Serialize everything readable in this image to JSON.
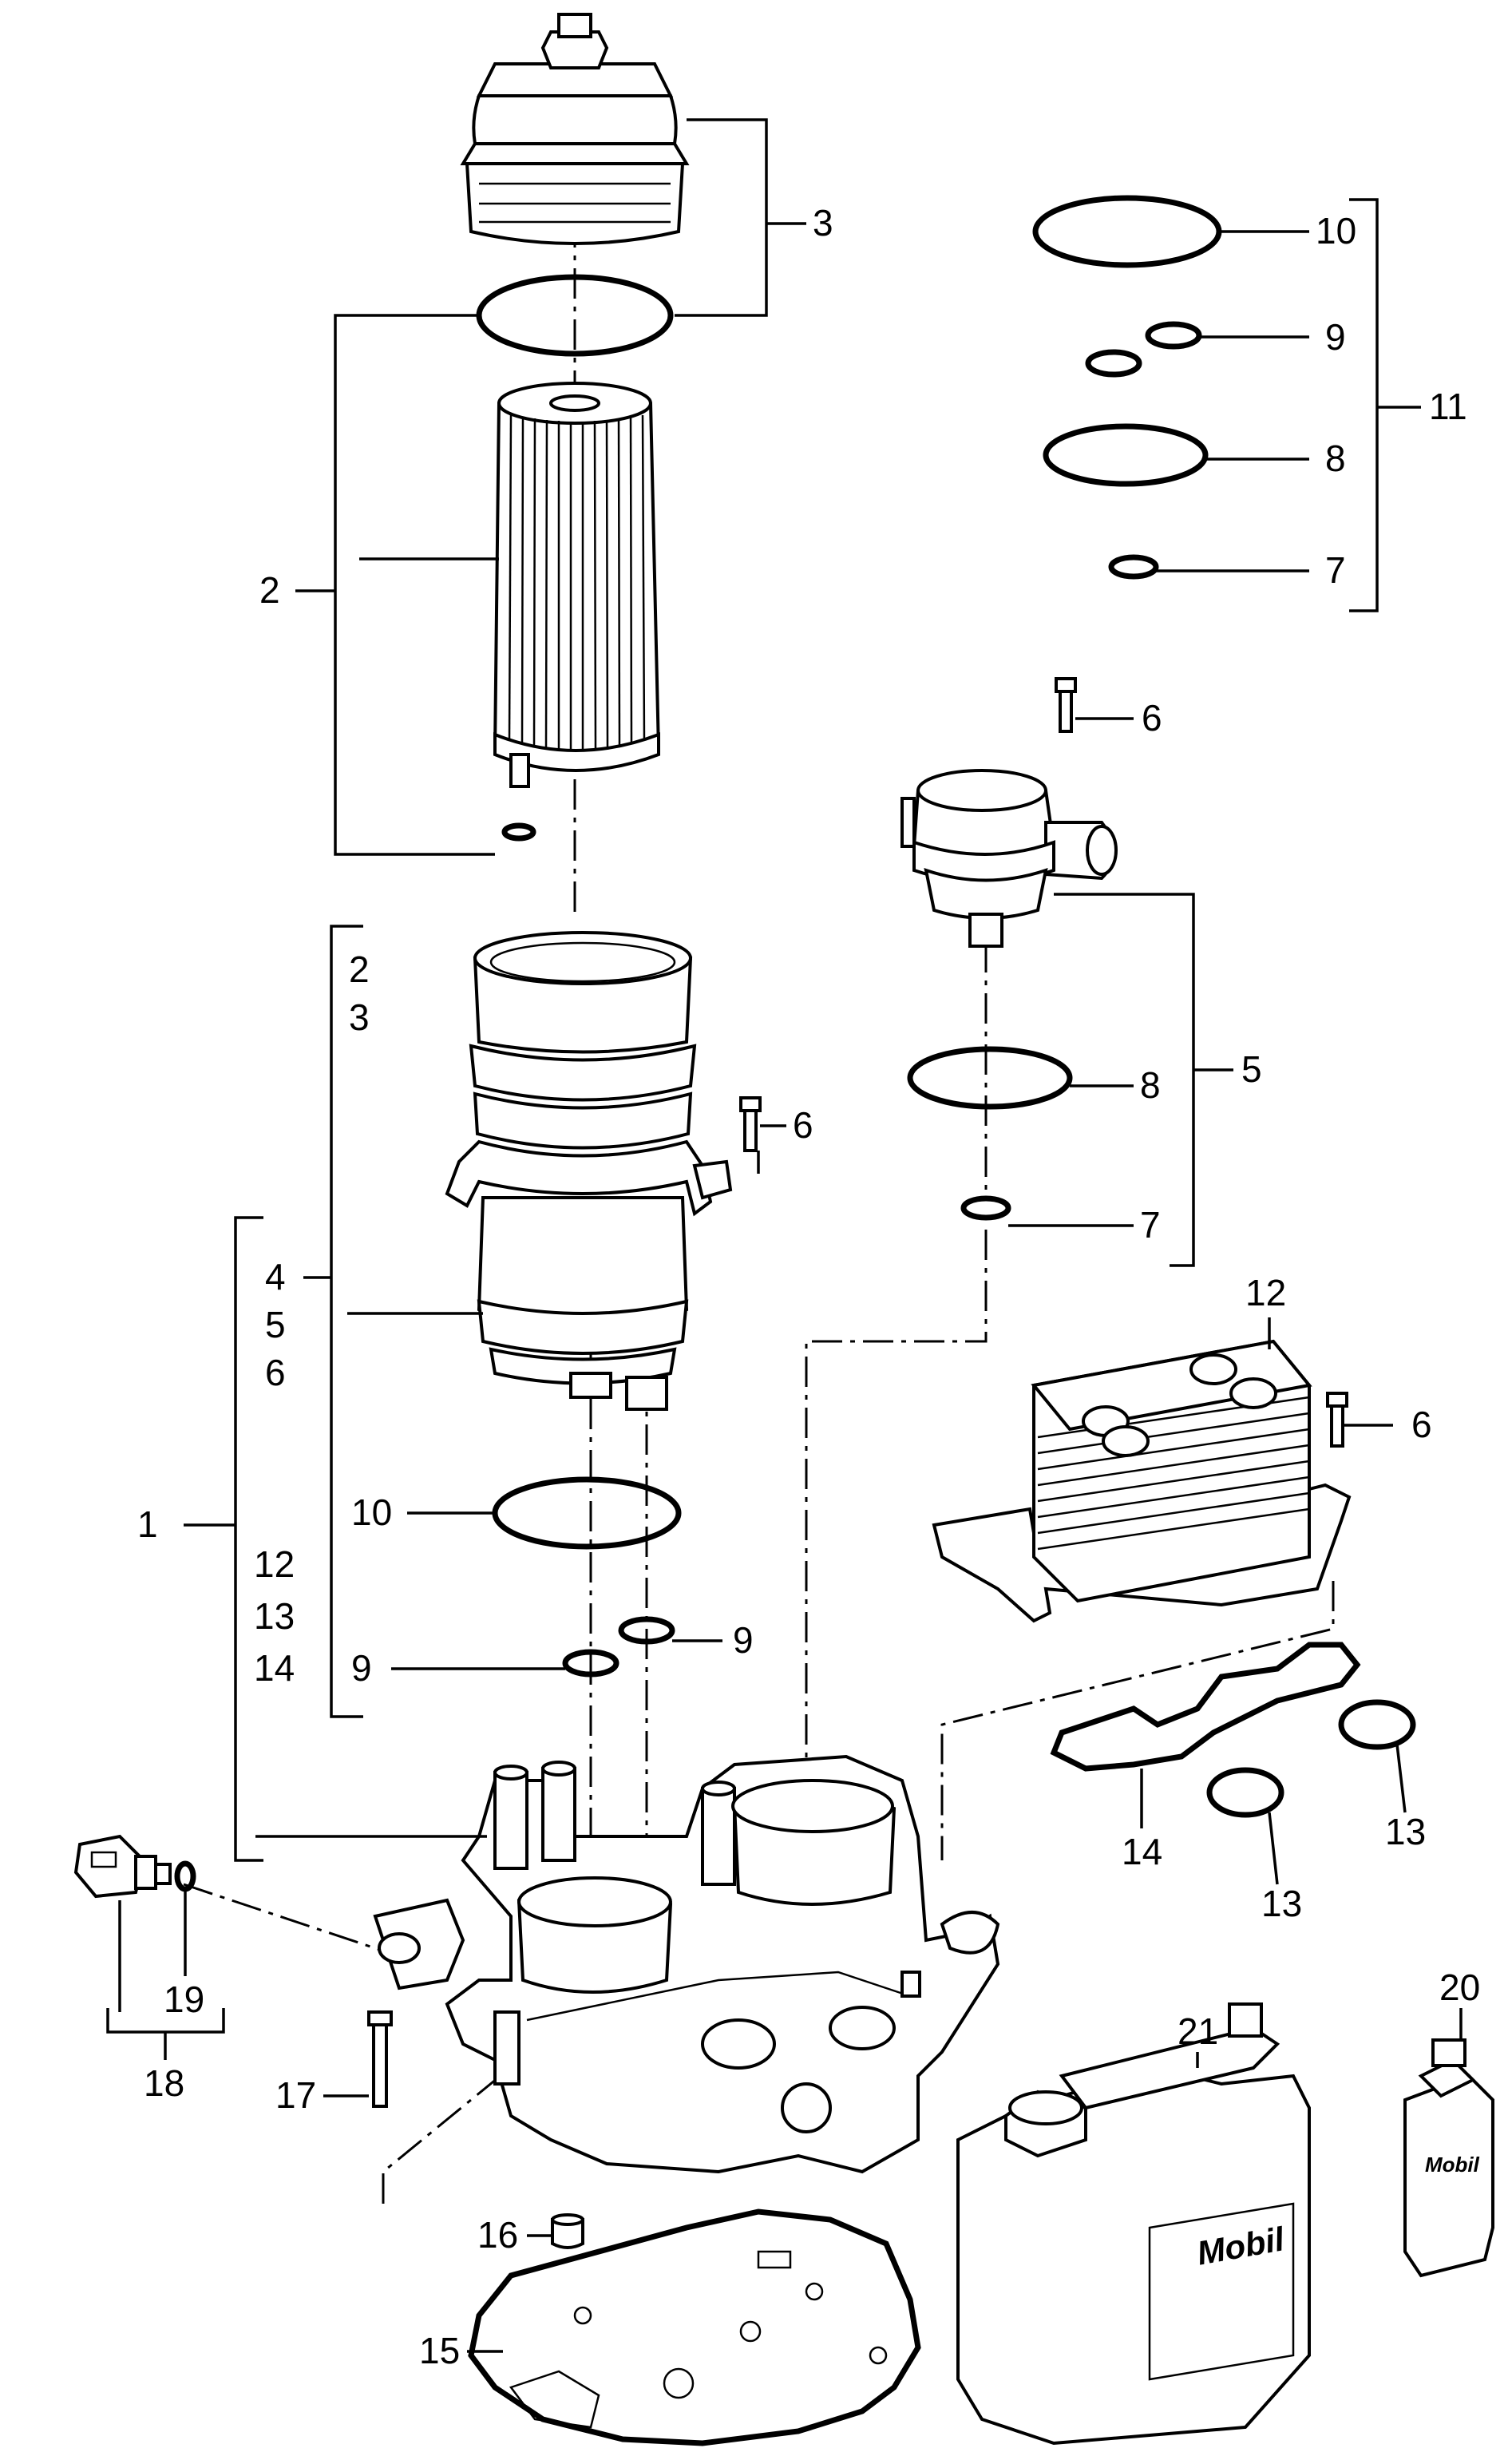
{
  "callouts": {
    "c1": "1",
    "c2": "2",
    "c3": "3",
    "c4": "4",
    "c5": "5",
    "c6": "6",
    "c7": "7",
    "c8": "8",
    "c9": "9",
    "c10": "10",
    "c11": "11",
    "c12": "12",
    "c13": "13",
    "c14": "14",
    "c15": "15",
    "c16": "16",
    "c17": "17",
    "c18": "18",
    "c19": "19",
    "c20": "20",
    "c21": "21"
  },
  "bracket_lists": {
    "filter_housing_group": [
      "2",
      "3",
      "4",
      "5",
      "6"
    ],
    "oil_housing_group": [
      "12",
      "13",
      "14"
    ]
  },
  "logos": {
    "canister_brand": "Mobil",
    "bottle_brand": "Mobil"
  },
  "colors": {
    "line": "#000000",
    "background": "#ffffff"
  }
}
